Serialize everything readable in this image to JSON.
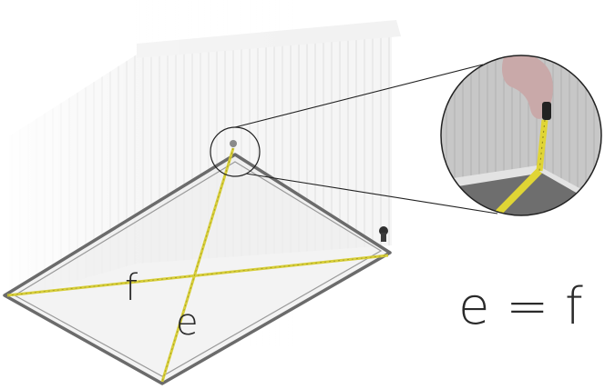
{
  "diagram": {
    "label_f": "f",
    "label_e": "e",
    "equation": "e = f",
    "colors": {
      "tape": "#d8cf3a",
      "frame": "#6b6b6b",
      "panel": "#ebebeb",
      "background": "#ffffff",
      "inset_bg": "#cfcfcf",
      "inset_floor": "#6e6e6e"
    }
  }
}
